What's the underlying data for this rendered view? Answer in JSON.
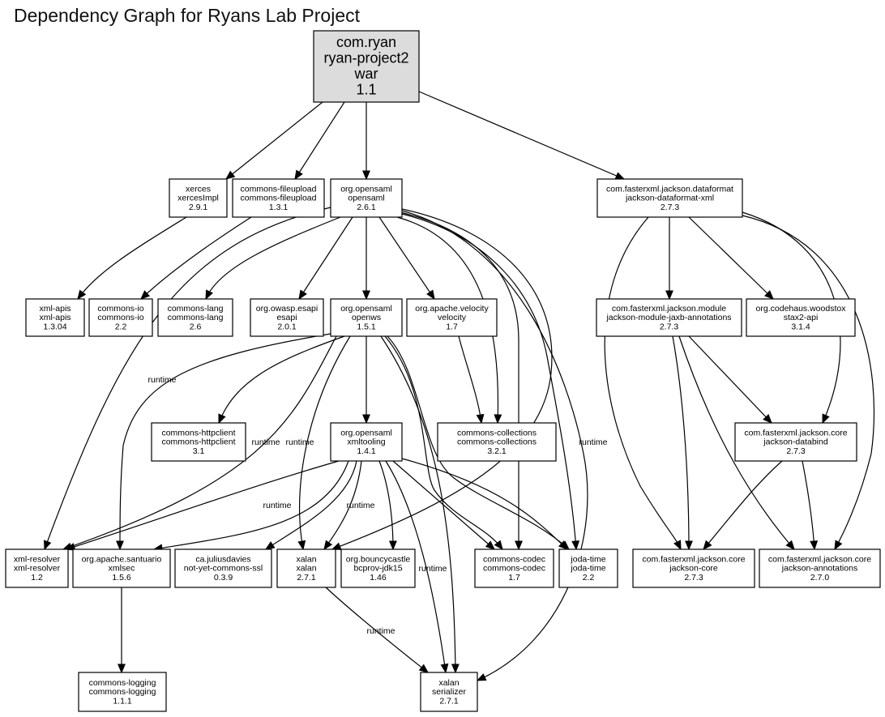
{
  "title": "Dependency Graph for Ryans Lab Project",
  "nodes": [
    {
      "id": "root",
      "lines": [
        "com.ryan",
        "ryan-project2",
        "war",
        "1.1"
      ]
    },
    {
      "id": "xerces",
      "lines": [
        "xerces",
        "xercesImpl",
        "2.9.1"
      ]
    },
    {
      "id": "fileupload",
      "lines": [
        "commons-fileupload",
        "commons-fileupload",
        "1.3.1"
      ]
    },
    {
      "id": "opensaml",
      "lines": [
        "org.opensaml",
        "opensaml",
        "2.6.1"
      ]
    },
    {
      "id": "jxml",
      "lines": [
        "com.fasterxml.jackson.dataformat",
        "jackson-dataformat-xml",
        "2.7.3"
      ]
    },
    {
      "id": "xmlapis",
      "lines": [
        "xml-apis",
        "xml-apis",
        "1.3.04"
      ]
    },
    {
      "id": "cio",
      "lines": [
        "commons-io",
        "commons-io",
        "2.2"
      ]
    },
    {
      "id": "clang",
      "lines": [
        "commons-lang",
        "commons-lang",
        "2.6"
      ]
    },
    {
      "id": "esapi",
      "lines": [
        "org.owasp.esapi",
        "esapi",
        "2.0.1"
      ]
    },
    {
      "id": "openws",
      "lines": [
        "org.opensaml",
        "openws",
        "1.5.1"
      ]
    },
    {
      "id": "velocity",
      "lines": [
        "org.apache.velocity",
        "velocity",
        "1.7"
      ]
    },
    {
      "id": "jaxb",
      "lines": [
        "com.fasterxml.jackson.module",
        "jackson-module-jaxb-annotations",
        "2.7.3"
      ]
    },
    {
      "id": "stax2",
      "lines": [
        "org.codehaus.woodstox",
        "stax2-api",
        "3.1.4"
      ]
    },
    {
      "id": "httpclient",
      "lines": [
        "commons-httpclient",
        "commons-httpclient",
        "3.1"
      ]
    },
    {
      "id": "xmltooling",
      "lines": [
        "org.opensaml",
        "xmltooling",
        "1.4.1"
      ]
    },
    {
      "id": "collections",
      "lines": [
        "commons-collections",
        "commons-collections",
        "3.2.1"
      ]
    },
    {
      "id": "databind",
      "lines": [
        "com.fasterxml.jackson.core",
        "jackson-databind",
        "2.7.3"
      ]
    },
    {
      "id": "xmlresolver",
      "lines": [
        "xml-resolver",
        "xml-resolver",
        "1.2"
      ]
    },
    {
      "id": "xmlsec",
      "lines": [
        "org.apache.santuario",
        "xmlsec",
        "1.5.6"
      ]
    },
    {
      "id": "ssl",
      "lines": [
        "ca.juliusdavies",
        "not-yet-commons-ssl",
        "0.3.9"
      ]
    },
    {
      "id": "xalan",
      "lines": [
        "xalan",
        "xalan",
        "2.7.1"
      ]
    },
    {
      "id": "bcprov",
      "lines": [
        "org.bouncycastle",
        "bcprov-jdk15",
        "1.46"
      ]
    },
    {
      "id": "codec",
      "lines": [
        "commons-codec",
        "commons-codec",
        "1.7"
      ]
    },
    {
      "id": "joda",
      "lines": [
        "joda-time",
        "joda-time",
        "2.2"
      ]
    },
    {
      "id": "jcore",
      "lines": [
        "com.fasterxml.jackson.core",
        "jackson-core",
        "2.7.3"
      ]
    },
    {
      "id": "jann",
      "lines": [
        "com.fasterxml.jackson.core",
        "jackson-annotations",
        "2.7.0"
      ]
    },
    {
      "id": "logging",
      "lines": [
        "commons-logging",
        "commons-logging",
        "1.1.1"
      ]
    },
    {
      "id": "serializer",
      "lines": [
        "xalan",
        "serializer",
        "2.7.1"
      ]
    }
  ],
  "edges": [
    {
      "from": "root",
      "to": "xerces"
    },
    {
      "from": "root",
      "to": "fileupload"
    },
    {
      "from": "root",
      "to": "opensaml"
    },
    {
      "from": "root",
      "to": "jxml"
    },
    {
      "from": "xerces",
      "to": "xmlapis"
    },
    {
      "from": "fileupload",
      "to": "cio"
    },
    {
      "from": "opensaml",
      "to": "clang"
    },
    {
      "from": "opensaml",
      "to": "esapi"
    },
    {
      "from": "opensaml",
      "to": "openws"
    },
    {
      "from": "opensaml",
      "to": "velocity"
    },
    {
      "from": "opensaml",
      "to": "xmlresolver",
      "label": "runtime"
    },
    {
      "from": "opensaml",
      "to": "collections"
    },
    {
      "from": "opensaml",
      "to": "codec"
    },
    {
      "from": "opensaml",
      "to": "xalan",
      "label": "runtime"
    },
    {
      "from": "opensaml",
      "to": "joda"
    },
    {
      "from": "opensaml",
      "to": "serializer",
      "label": "runtime"
    },
    {
      "from": "jxml",
      "to": "jaxb"
    },
    {
      "from": "jxml",
      "to": "stax2"
    },
    {
      "from": "jxml",
      "to": "jcore"
    },
    {
      "from": "jxml",
      "to": "databind"
    },
    {
      "from": "jxml",
      "to": "jann"
    },
    {
      "from": "velocity",
      "to": "collections"
    },
    {
      "from": "openws",
      "to": "httpclient"
    },
    {
      "from": "openws",
      "to": "xmltooling"
    },
    {
      "from": "openws",
      "to": "xmlsec"
    },
    {
      "from": "openws",
      "to": "xmlresolver",
      "label": "runtime"
    },
    {
      "from": "openws",
      "to": "xalan",
      "label": "runtime"
    },
    {
      "from": "openws",
      "to": "codec"
    },
    {
      "from": "openws",
      "to": "joda"
    },
    {
      "from": "openws",
      "to": "serializer"
    },
    {
      "from": "xmltooling",
      "to": "xmlresolver",
      "label": "runtime"
    },
    {
      "from": "xmltooling",
      "to": "xmlsec"
    },
    {
      "from": "xmltooling",
      "to": "ssl"
    },
    {
      "from": "xmltooling",
      "to": "xalan",
      "label": "runtime"
    },
    {
      "from": "xmltooling",
      "to": "bcprov"
    },
    {
      "from": "xmltooling",
      "to": "codec"
    },
    {
      "from": "xmltooling",
      "to": "joda"
    },
    {
      "from": "xmltooling",
      "to": "serializer",
      "label": "runtime"
    },
    {
      "from": "jaxb",
      "to": "databind"
    },
    {
      "from": "jaxb",
      "to": "jcore"
    },
    {
      "from": "jaxb",
      "to": "jann"
    },
    {
      "from": "databind",
      "to": "jcore"
    },
    {
      "from": "databind",
      "to": "jann"
    },
    {
      "from": "xmlsec",
      "to": "logging"
    },
    {
      "from": "xalan",
      "to": "serializer",
      "label": "runtime"
    }
  ]
}
